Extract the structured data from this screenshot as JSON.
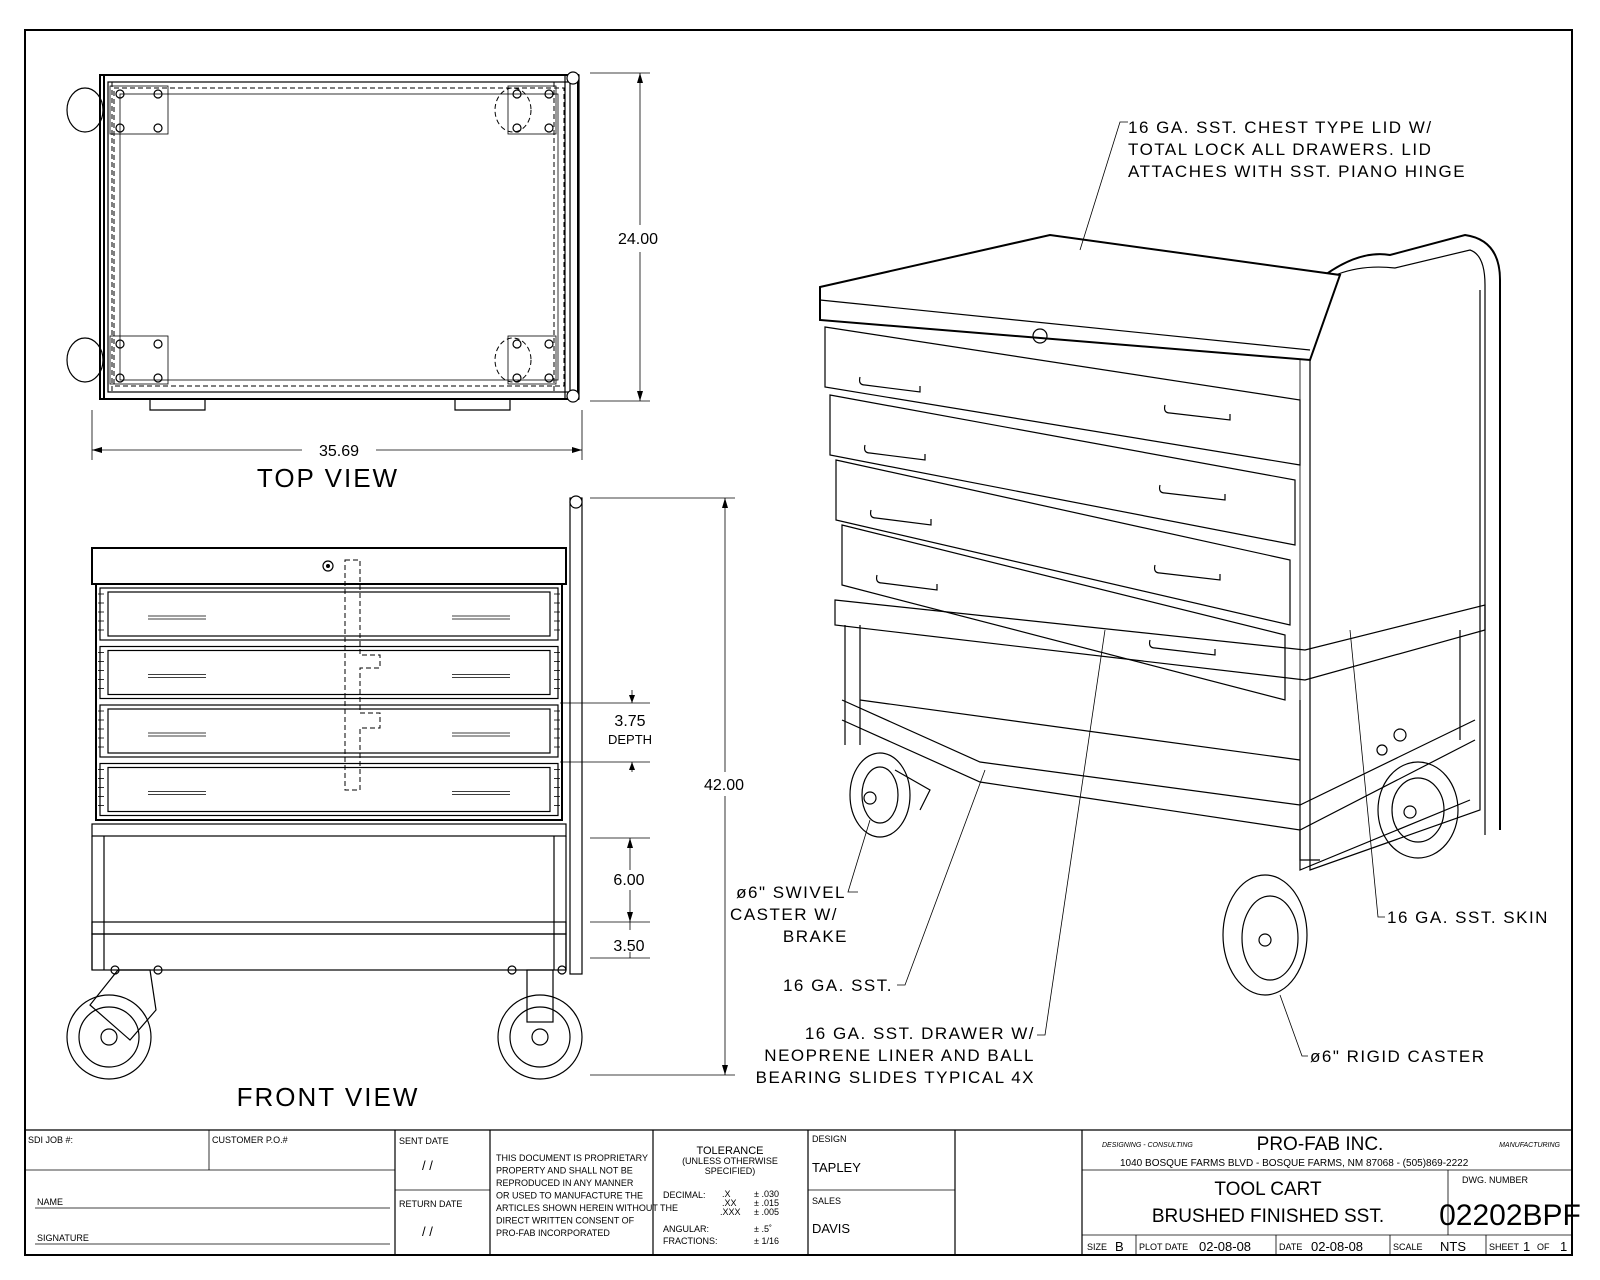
{
  "views": {
    "top_view_title": "TOP VIEW",
    "front_view_title": "FRONT VIEW"
  },
  "dimensions": {
    "top_width": "35.69",
    "top_depth": "24.00",
    "drawer_depth_value": "3.75",
    "drawer_depth_label": "DEPTH",
    "overall_height": "42.00",
    "bottom_section": "6.00",
    "base_section": "3.50"
  },
  "callouts": {
    "lid_line1": "16 GA. SST. CHEST TYPE LID W/",
    "lid_line2": "TOTAL LOCK ALL DRAWERS. LID",
    "lid_line3": "ATTACHES WITH SST. PIANO HINGE",
    "swivel_line1": "ø6\" SWIVEL",
    "swivel_line2": "CASTER W/",
    "swivel_line3": "BRAKE",
    "base_sst": "16 GA. SST.",
    "drawer_line1": "16 GA. SST. DRAWER W/",
    "drawer_line2": "NEOPRENE LINER AND BALL",
    "drawer_line3": "BEARING SLIDES TYPICAL 4X",
    "skin": "16 GA. SST. SKIN",
    "rigid": "ø6\" RIGID CASTER"
  },
  "title_block": {
    "sdi_job_label": "SDI JOB #:",
    "customer_po_label": "CUSTOMER P.O.#",
    "name_label": "NAME",
    "signature_label": "SIGNATURE",
    "sent_date_label": "SENT DATE",
    "sent_date_value": "/  /",
    "return_date_label": "RETURN DATE",
    "return_date_value": "/  /",
    "proprietary_lines": [
      "THIS DOCUMENT IS PROPRIETARY",
      "PROPERTY AND SHALL NOT BE",
      "REPRODUCED IN ANY MANNER",
      "OR USED TO MANUFACTURE THE",
      "ARTICLES SHOWN HEREIN WITHOUT THE",
      "DIRECT WRITTEN CONSENT OF",
      "PRO-FAB INCORPORATED"
    ],
    "tolerance_title": "TOLERANCE",
    "tolerance_sub1": "(UNLESS OTHERWISE",
    "tolerance_sub2": "SPECIFIED)",
    "decimal_label": "DECIMAL:",
    "decimal_x": ".X",
    "decimal_xx": ".XX",
    "decimal_xxx": ".XXX",
    "tol_x": "± .030",
    "tol_xx": "± .015",
    "tol_xxx": "± .005",
    "angular_label": "ANGULAR:",
    "angular_value": "± .5˚",
    "fractions_label": "FRACTIONS:",
    "fractions_value": "± 1/16",
    "design_label": "DESIGN",
    "design_value": "TAPLEY",
    "sales_label": "SALES",
    "sales_value": "DAVIS",
    "designing_label": "DESIGNING - CONSULTING",
    "company": "PRO-FAB INC.",
    "manufacturing_label": "MANUFACTURING",
    "address": "1040 BOSQUE FARMS BLVD - BOSQUE FARMS, NM 87068 - (505)869-2222",
    "title_line1": "TOOL CART",
    "title_line2": "BRUSHED FINISHED SST.",
    "dwg_number_label": "DWG. NUMBER",
    "dwg_number": "02202BPF",
    "size_label": "SIZE",
    "size_value": "B",
    "plot_date_label": "PLOT DATE",
    "plot_date_value": "02-08-08",
    "date_label": "DATE",
    "date_value": "02-08-08",
    "scale_label": "SCALE",
    "scale_value": "NTS",
    "sheet_label": "SHEET",
    "sheet_value": "1",
    "of_label": "OF",
    "of_value": "1"
  }
}
